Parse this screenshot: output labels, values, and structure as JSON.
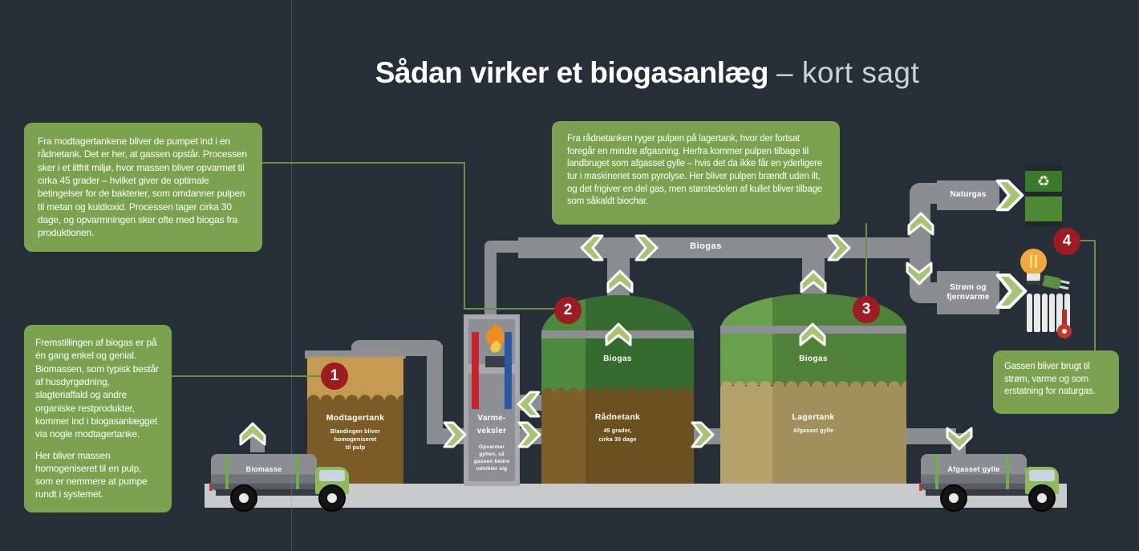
{
  "title": {
    "main": "Sådan virker et biogasanlæg",
    "suffix": "– kort sagt"
  },
  "callouts": {
    "digester": "Fra modtagertankene bliver de pumpet ind i en rådnetank. Det er her, at gassen opstår. Processen sker i et iltfrit miljø, hvor massen bliver opvarmet til cirka 45 grader – hvilket giver de optimale betingelser for de bakterier, som omdanner pulpen til metan og kuldioxid. Processen tager cirka 30 dage, og opvarmningen sker ofte med biogas fra produktionen.",
    "intro_p1": "Fremstillingen af biogas er på én gang enkel og genial. Biomassen, som typisk består af husdyrgødning, slagteriaffald og andre organiske restprodukter, kommer ind i biogasanlægget via nogle modtagertanke.",
    "intro_p2": "Her bliver massen homogeniseret til en pulp, som er nemmere at pumpe rundt i systemet.",
    "storage": "Fra rådnetanken ryger pulpen på lagertank, hvor der fortsat foregår en mindre afgasning. Herfra kommer pulpen tilbage til landbruget som afgasset gylle – hvis det da ikke får en yderligere tur i maskineriet som pyrolyse. Her bliver pulpen brændt uden ilt, og det frigiver en del gas, men størstedelen af kullet bliver tilbage som såkaldt biochar.",
    "usage": "Gassen bliver brugt til strøm, varme og som erstatning for naturgas."
  },
  "steps": {
    "one": "1",
    "two": "2",
    "three": "3",
    "four": "4"
  },
  "pipe_label": "Biogas",
  "tanks": {
    "modtagertank": {
      "name": "Modtagertank",
      "sub1": "Blandingen bliver",
      "sub2": "homogeniseret",
      "sub3": "til pulp"
    },
    "varmeveksler": {
      "name1": "Varme-",
      "name2": "veksler",
      "sub1": "Opvarmer",
      "sub2": "gyllen, så",
      "sub3": "gassen bedre",
      "sub4": "udvikler sig"
    },
    "raadnetank": {
      "gas": "Biogas",
      "name": "Rådnetank",
      "sub1": "45 grader,",
      "sub2": "cirka 30 dage"
    },
    "lagertank": {
      "gas": "Biogas",
      "name": "Lagertank",
      "sub1": "Afgasset gylle"
    }
  },
  "trucks": {
    "left": "Biomasse",
    "right": "Afgasset gylle"
  },
  "outputs": {
    "naturgas": "Naturgas",
    "stroem1": "Strøm og",
    "stroem2": "fjernvarme"
  },
  "colors": {
    "background": "#262e38",
    "callout_green": "#7ba34f",
    "badge_red": "#9d1b21",
    "chevron_green": "#a7c473",
    "pipe_gray": "#8a8d92",
    "connector_green": "#6a9143",
    "tank_sand": "#c49b51",
    "tank_brown": "#7b5c27",
    "dome_green_dark": "#356b2e",
    "dome_green_light": "#4e8a3d",
    "lager_khaki": "#b5a26b",
    "flame_orange": "#ee8c24",
    "bulb_yellow": "#f0a93c"
  }
}
